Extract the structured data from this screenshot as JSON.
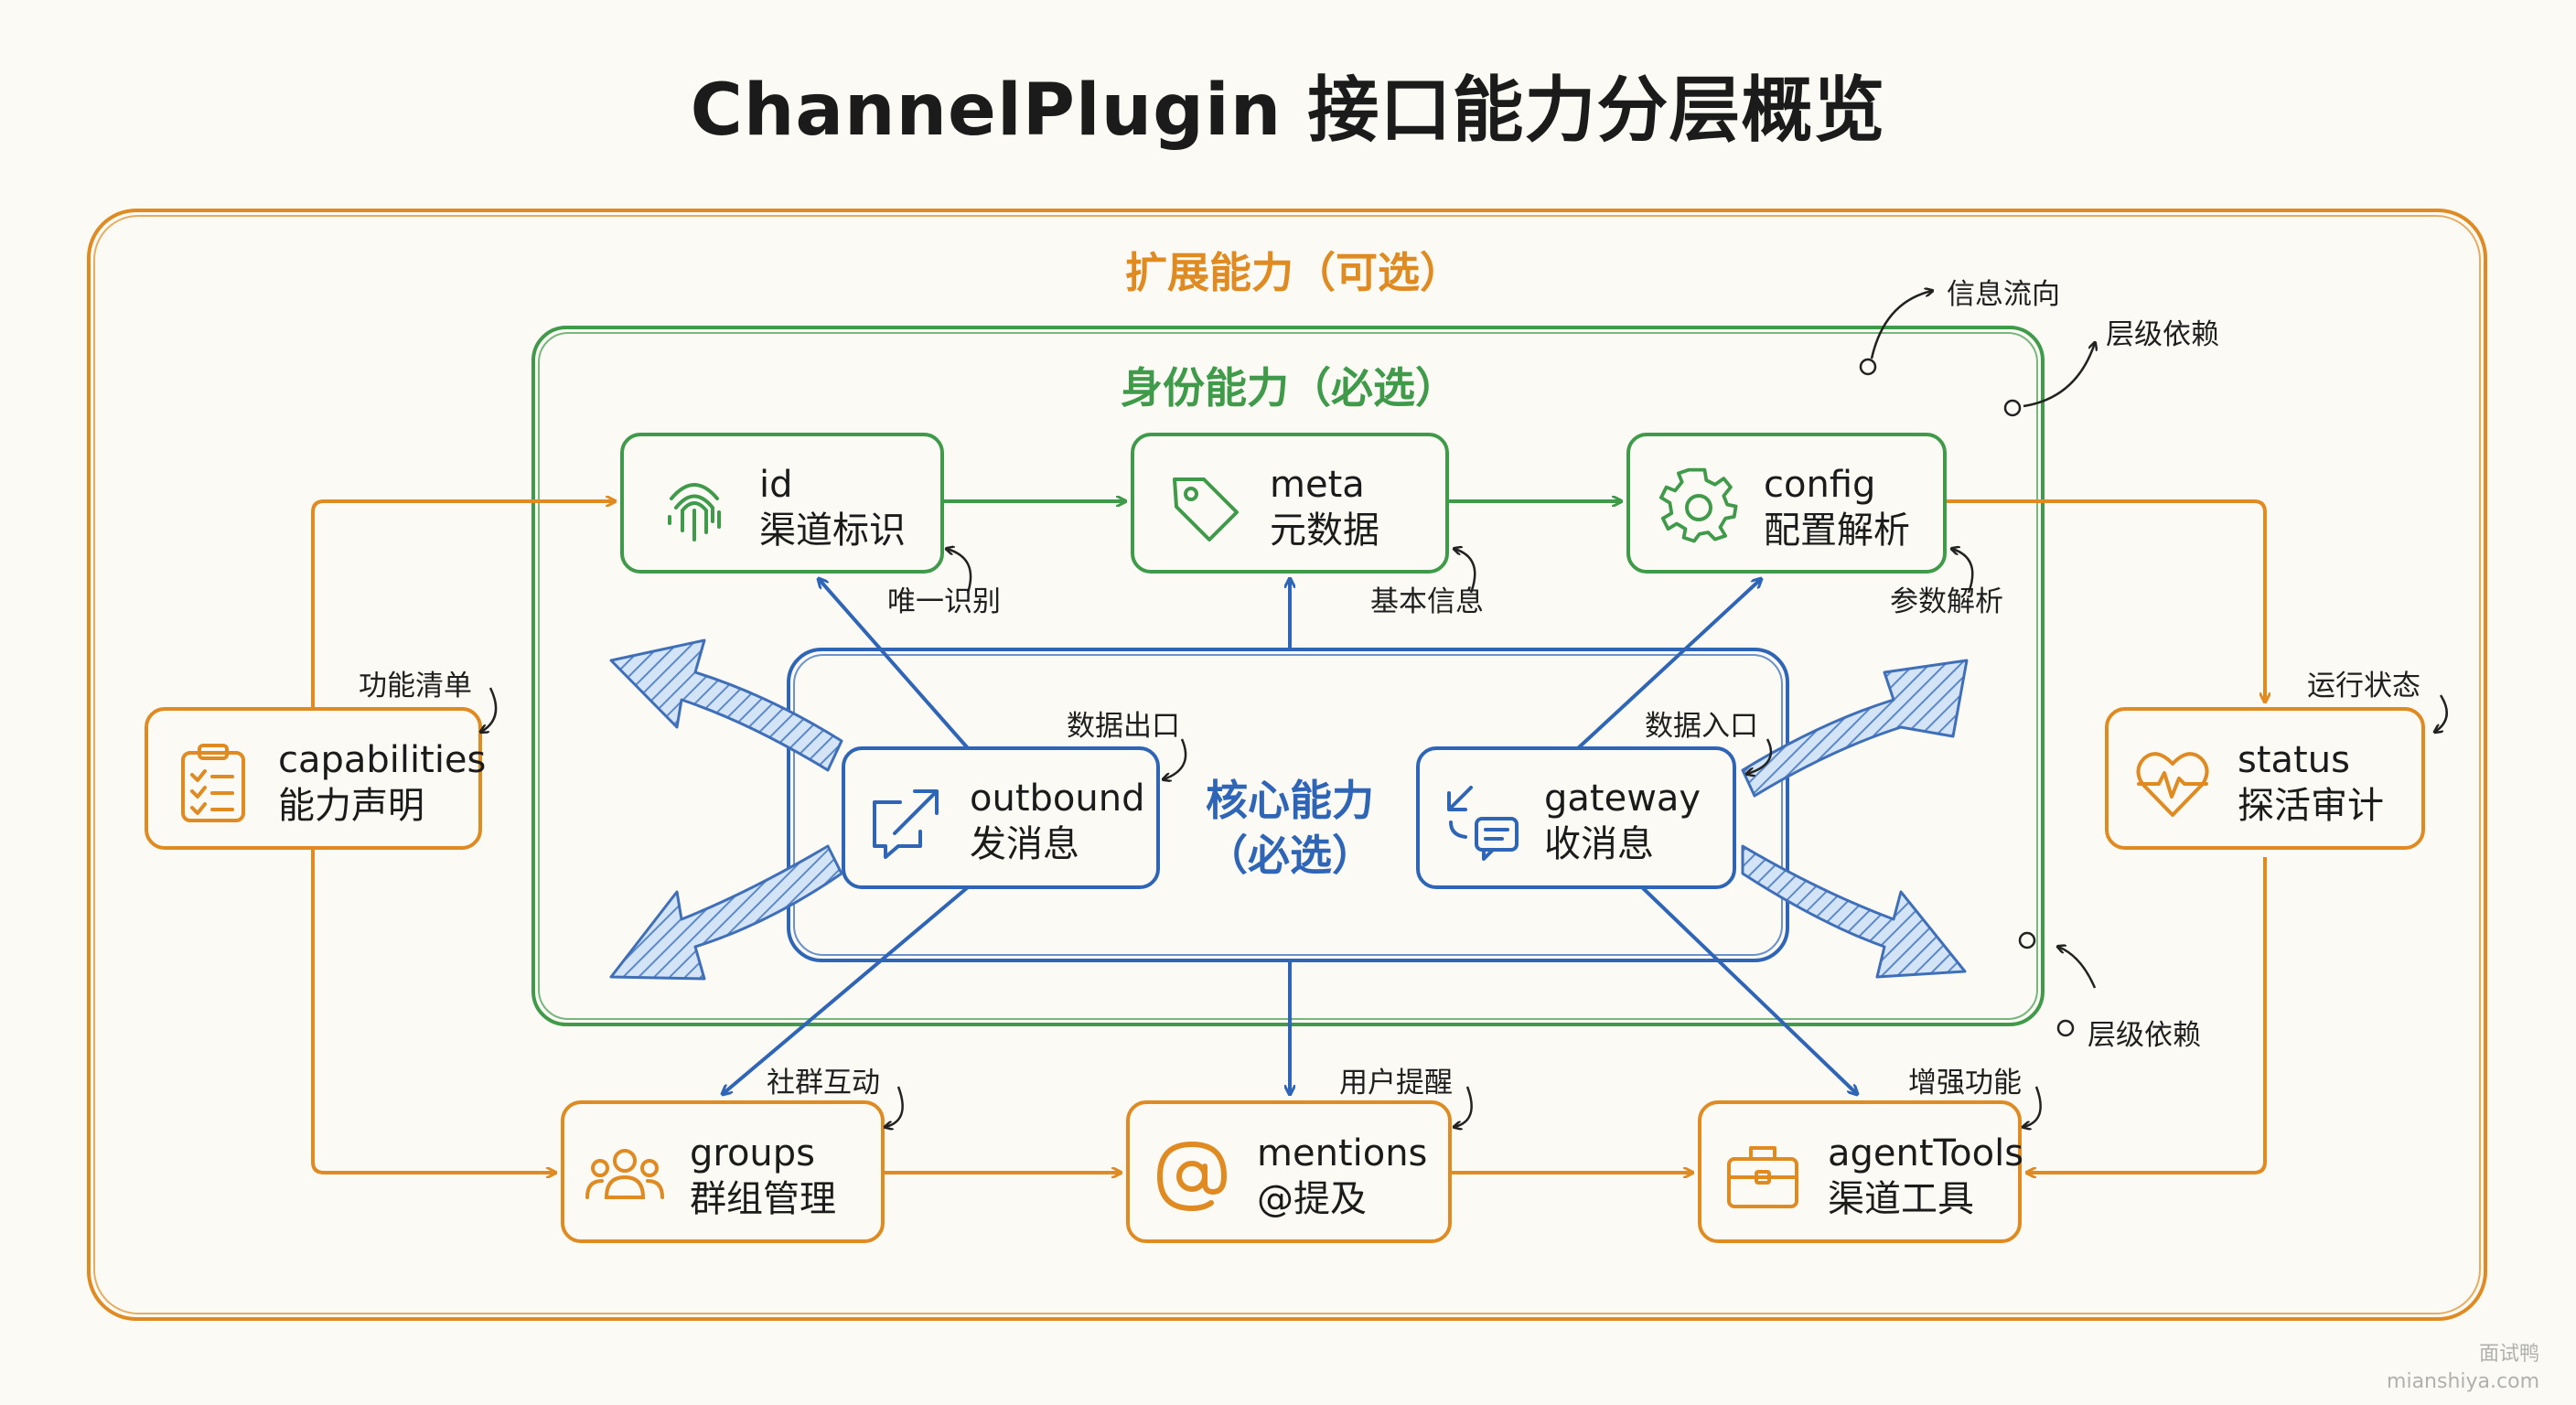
{
  "title": "ChannelPlugin 接口能力分层概览",
  "layers": {
    "extension": "扩展能力（可选）",
    "identity": "身份能力（必选）",
    "core_line1": "核心能力",
    "core_line2": "（必选）"
  },
  "nodes": {
    "id": {
      "en": "id",
      "zh": "渠道标识",
      "icon": "fingerprint-icon"
    },
    "meta": {
      "en": "meta",
      "zh": "元数据",
      "icon": "tag-icon"
    },
    "config": {
      "en": "config",
      "zh": "配置解析",
      "icon": "gear-icon"
    },
    "capabilities": {
      "en": "capabilities",
      "zh": "能力声明",
      "icon": "clipboard-checklist-icon"
    },
    "outbound": {
      "en": "outbound",
      "zh": "发消息",
      "icon": "send-outbound-icon"
    },
    "gateway": {
      "en": "gateway",
      "zh": "收消息",
      "icon": "inbox-message-icon"
    },
    "status": {
      "en": "status",
      "zh": "探活审计",
      "icon": "heartbeat-icon"
    },
    "groups": {
      "en": "groups",
      "zh": "群组管理",
      "icon": "people-group-icon"
    },
    "mentions": {
      "en": "mentions",
      "zh": "@提及",
      "icon": "at-sign-icon"
    },
    "agentTools": {
      "en": "agentTools",
      "zh": "渠道工具",
      "icon": "toolbox-icon"
    }
  },
  "annotations": {
    "unique_id": "唯一识别",
    "basic_info": "基本信息",
    "param_parse": "参数解析",
    "feature_list": "功能清单",
    "data_out": "数据出口",
    "data_in": "数据入口",
    "run_status": "运行状态",
    "social": "社群互动",
    "user_remind": "用户提醒",
    "enhance": "增强功能"
  },
  "legend": {
    "info_flow": "信息流向",
    "layer_dep": "层级依赖",
    "layer_dep_2": "层级依赖"
  },
  "watermark": {
    "line1": "面试鸭",
    "line2": "mianshiya.com"
  },
  "colors": {
    "extension": "#e08a22",
    "identity": "#3f9a4a",
    "core": "#2f65b6",
    "background": "#fbfaf4"
  }
}
